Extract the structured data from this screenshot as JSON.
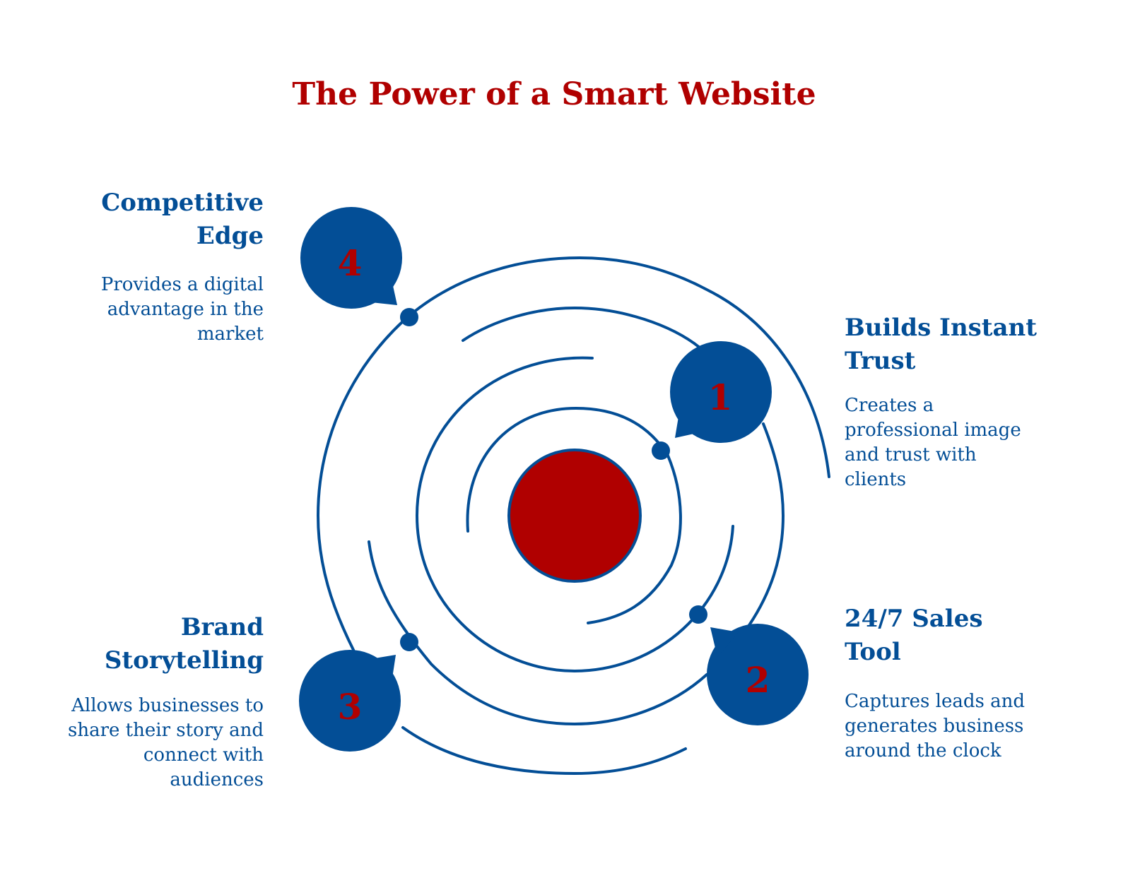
{
  "title": "The Power of a Smart Website",
  "colors": {
    "blue": "#034E96",
    "red": "#B00000"
  },
  "items": [
    {
      "number": "1",
      "heading_line1": "Builds Instant",
      "heading_line2": "Trust",
      "description": "Creates a professional image and trust with clients"
    },
    {
      "number": "2",
      "heading_line1": "24/7 Sales",
      "heading_line2": "Tool",
      "description": "Captures leads and generates business around the clock"
    },
    {
      "number": "3",
      "heading_line1": "Brand",
      "heading_line2": "Storytelling",
      "description": "Allows businesses to share their story and connect with audiences"
    },
    {
      "number": "4",
      "heading_line1": "Competitive",
      "heading_line2": "Edge",
      "description": "Provides a digital advantage in the market"
    }
  ]
}
